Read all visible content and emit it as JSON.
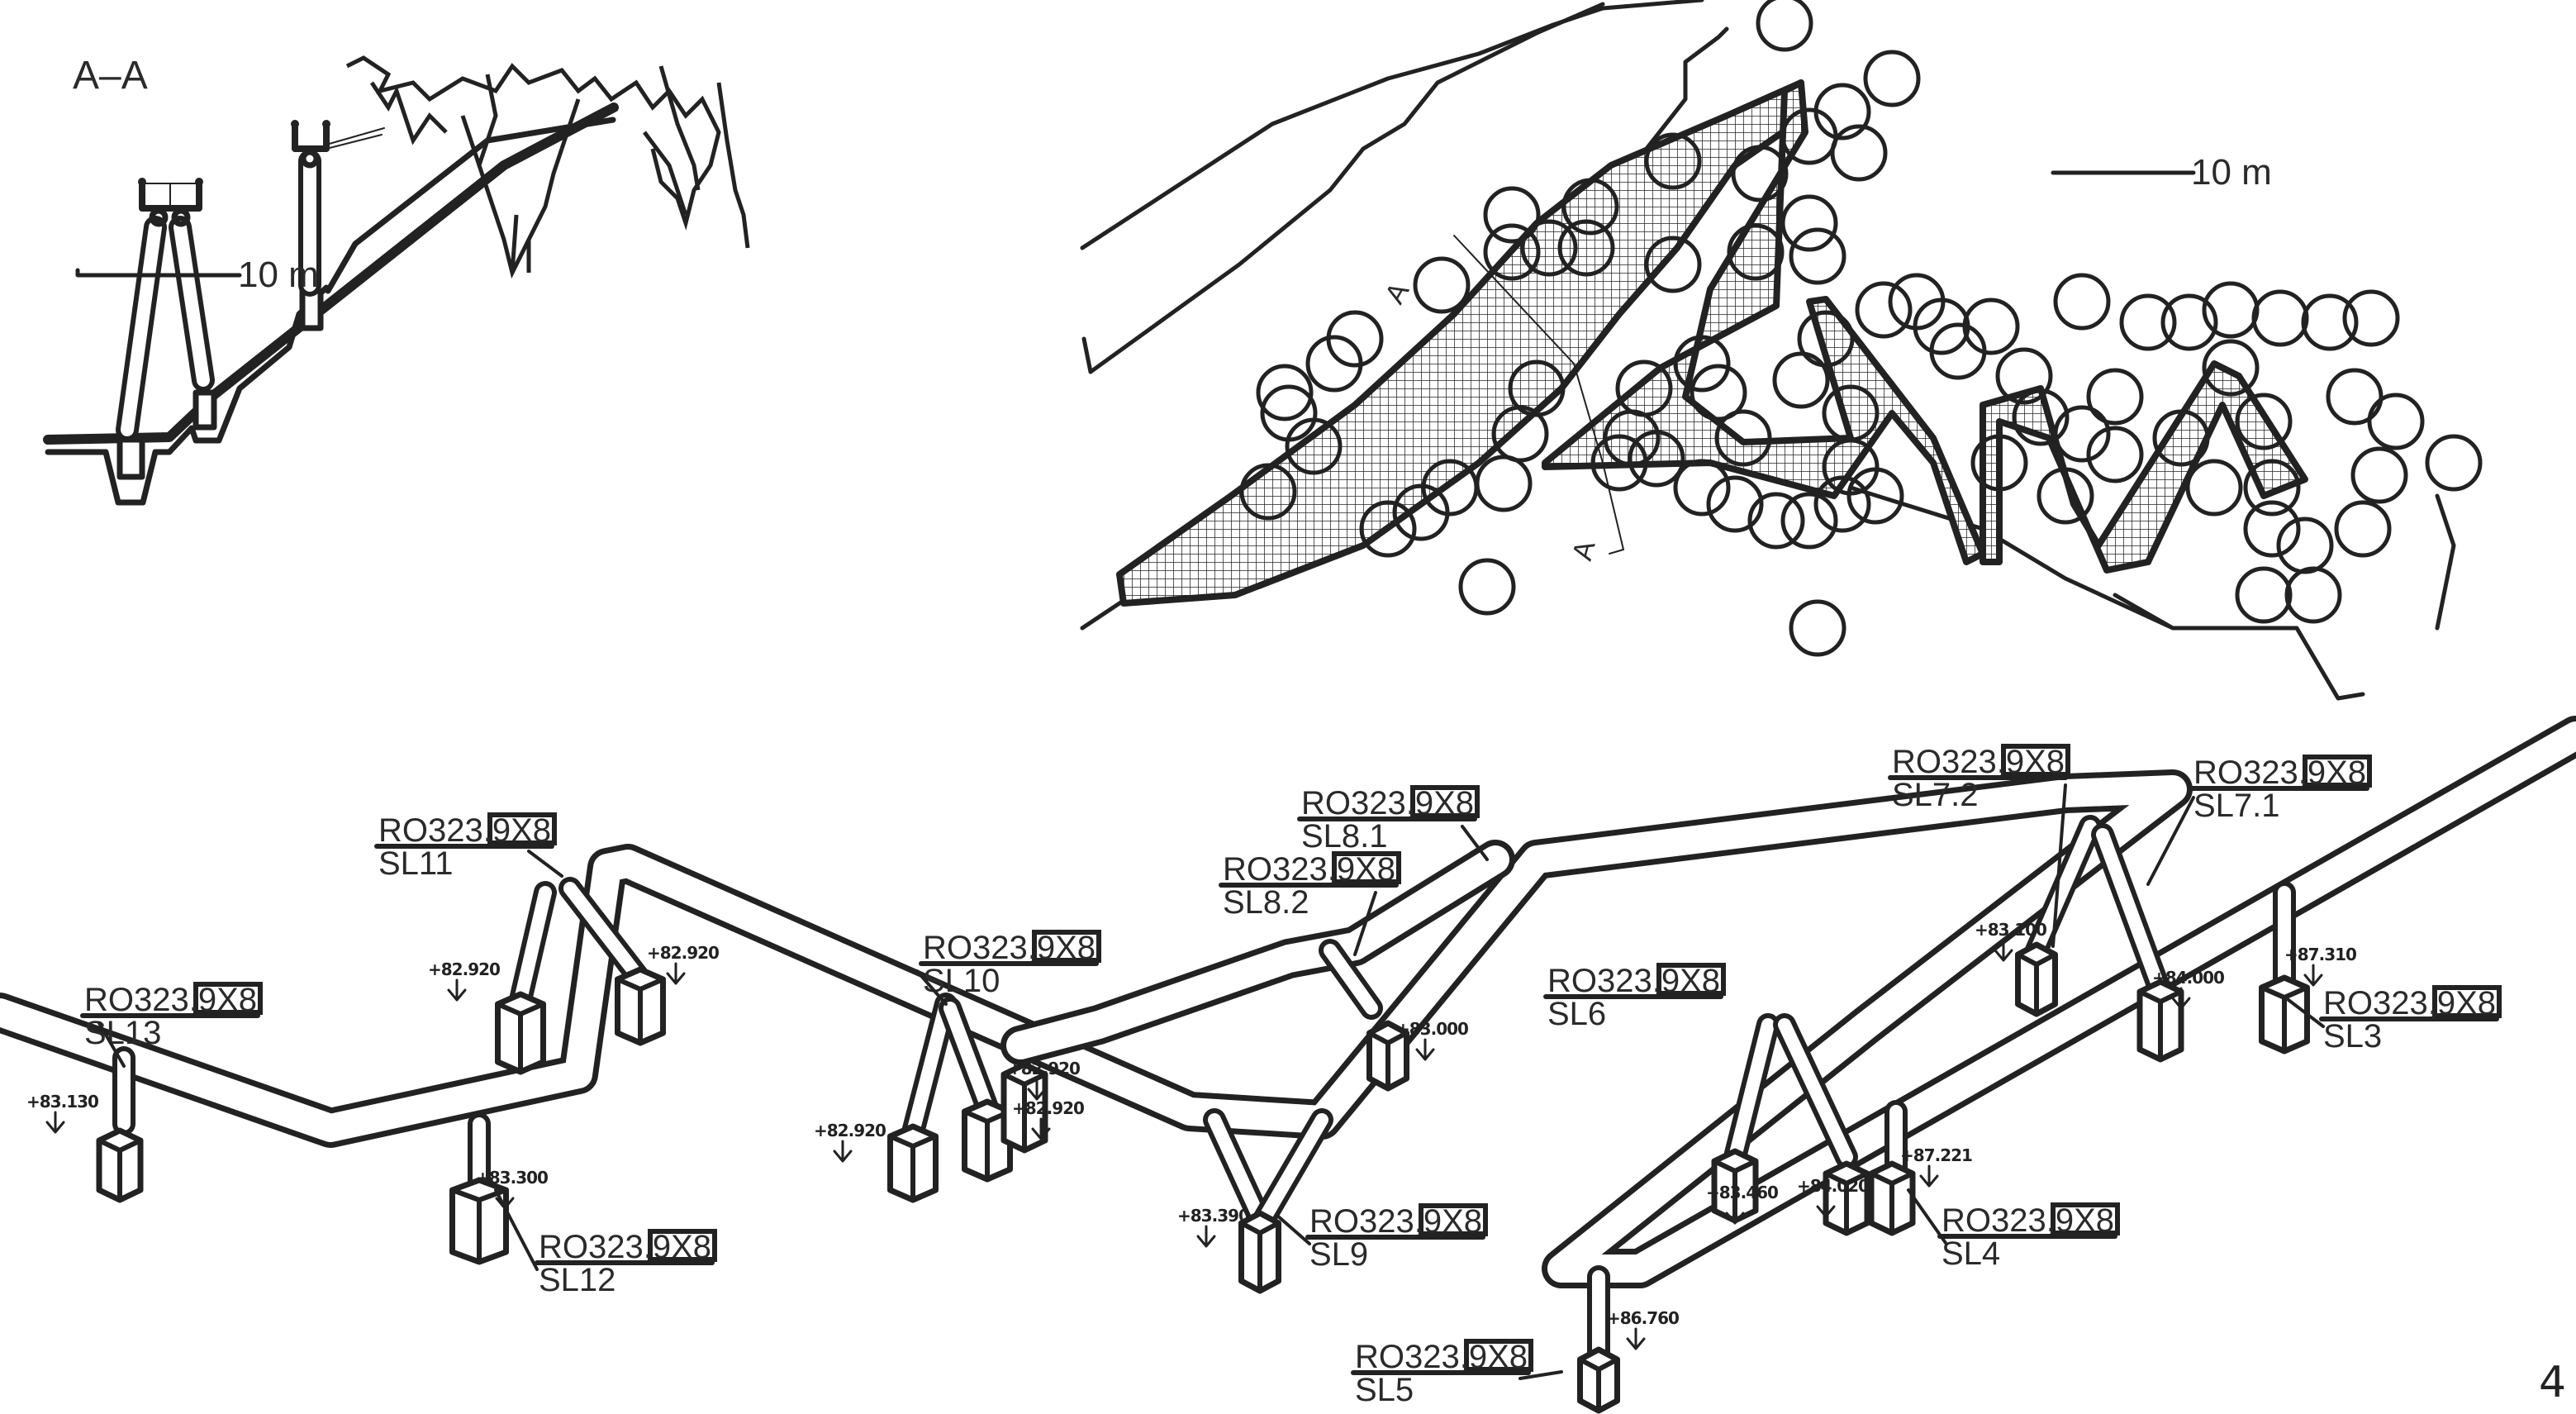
{
  "section": {
    "title": "A–A",
    "scale_label": "10 m"
  },
  "plan": {
    "scale_label": "10 m",
    "section_marker": "A"
  },
  "page_number": "4",
  "colors": {
    "ink": "#222222",
    "paper": "#ffffff"
  },
  "supports": [
    {
      "id": "SL13",
      "code": "RO323.9X8",
      "elevation": "+83.130"
    },
    {
      "id": "SL11",
      "code": "RO323.9X8",
      "elevation_left": "+82.920",
      "elevation_right": "+82.920"
    },
    {
      "id": "SL12",
      "code": "RO323.9X8",
      "elevation": "+83.300"
    },
    {
      "id": "SL10",
      "code": "RO323,9X8",
      "elevation_left": "+82.920",
      "elevation_mid": "+82.920",
      "elevation_right": "+82.920"
    },
    {
      "id": "SL9",
      "code": "RO323,9X8",
      "elevation": "+83.390"
    },
    {
      "id": "SL8.1",
      "code": "RO323,9X8"
    },
    {
      "id": "SL8.2",
      "code": "RO323,9X8",
      "elevation": "+83.000"
    },
    {
      "id": "SL7.2",
      "code": "RO323,9X8",
      "elevation": "+83.100"
    },
    {
      "id": "SL7.1",
      "code": "RO323,9X8",
      "elevation": "+84.000"
    },
    {
      "id": "SL6",
      "code": "RO323,9X8",
      "elevation_left": "+83.460",
      "elevation_right": "+84.020"
    },
    {
      "id": "SL5",
      "code": "RO323,9X8",
      "elevation": "+86.760"
    },
    {
      "id": "SL4",
      "code": "RO323,9X8",
      "elevation": "+87.221"
    },
    {
      "id": "SL3",
      "code": "RO323,9X8",
      "elevation": "+87.310"
    }
  ]
}
